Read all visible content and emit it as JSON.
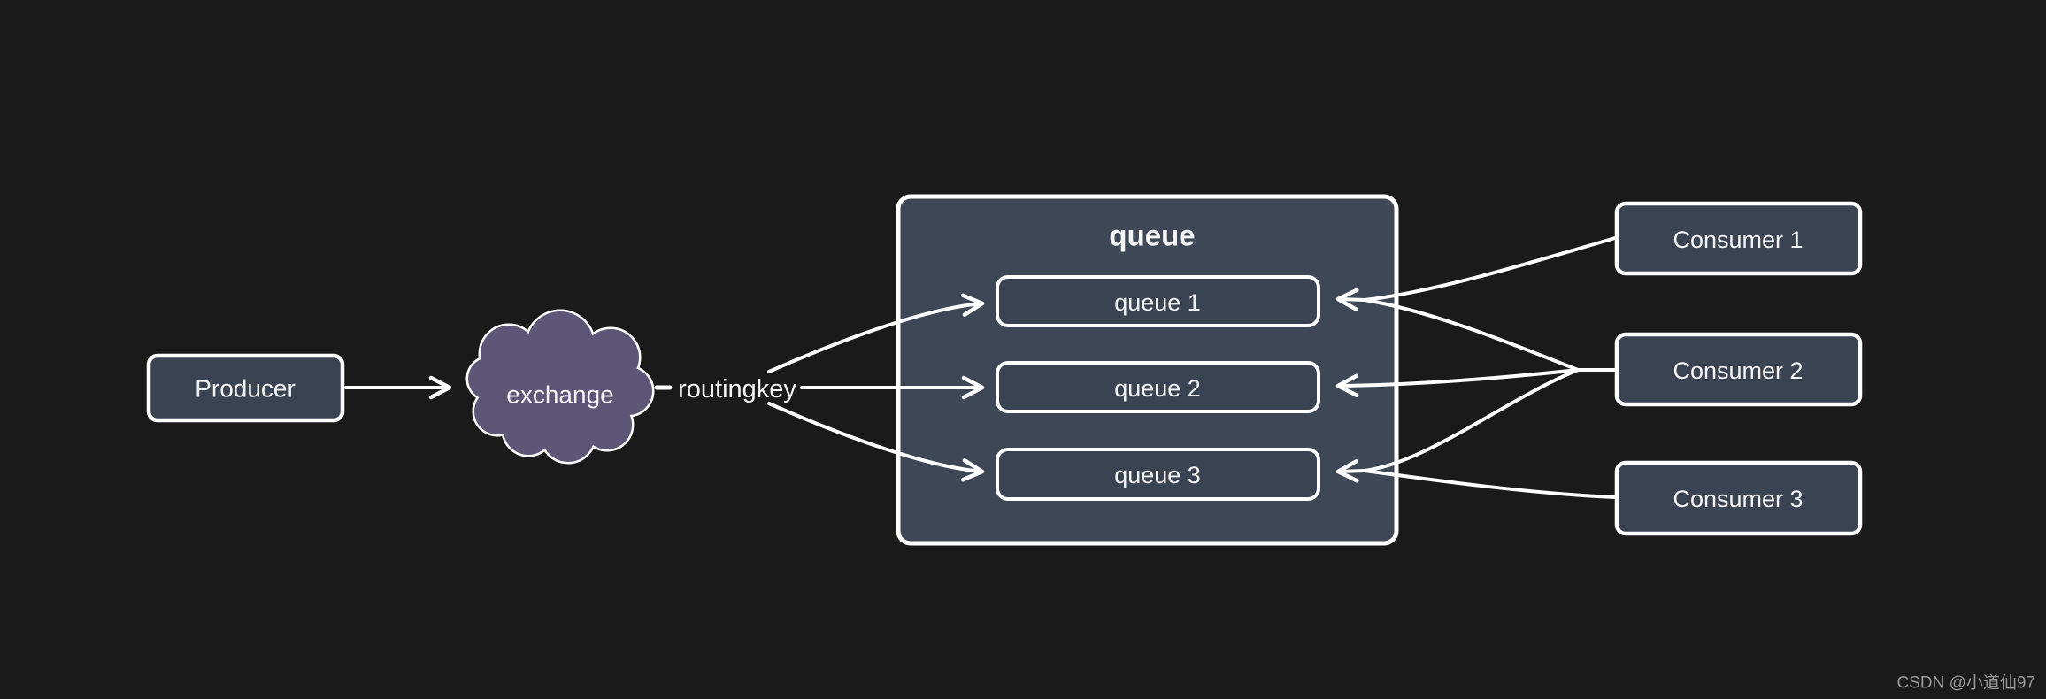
{
  "diagram": {
    "type": "message-queue-architecture",
    "background_color": "#1a1a1a",
    "colors": {
      "node_fill": "#3a4352",
      "container_fill": "#3d4756",
      "cloud_fill": "#5d5677",
      "border": "#ffffff",
      "line": "#ffffff",
      "text": "#f4f4f4",
      "watermark_text": "#9b9b9b"
    },
    "nodes": {
      "producer": {
        "label": "Producer"
      },
      "exchange": {
        "label": "exchange",
        "shape": "cloud"
      },
      "routing_key": {
        "label": "routingkey"
      },
      "queue_group": {
        "title": "queue"
      }
    },
    "queues": [
      {
        "label": "queue 1"
      },
      {
        "label": "queue 2"
      },
      {
        "label": "queue 3"
      }
    ],
    "consumers": [
      {
        "label": "Consumer 1"
      },
      {
        "label": "Consumer 2"
      },
      {
        "label": "Consumer 3"
      }
    ],
    "connections": [
      {
        "from": "Producer",
        "to": "exchange",
        "arrow": "to"
      },
      {
        "from": "exchange",
        "to": "routingkey",
        "arrow": "none"
      },
      {
        "from": "routingkey",
        "to": "queue 1",
        "arrow": "to"
      },
      {
        "from": "routingkey",
        "to": "queue 2",
        "arrow": "to"
      },
      {
        "from": "routingkey",
        "to": "queue 3",
        "arrow": "to"
      },
      {
        "from": "Consumer 1",
        "to": "queue 1",
        "arrow": "to"
      },
      {
        "from": "Consumer 2",
        "to": "queue 1",
        "arrow": "to"
      },
      {
        "from": "Consumer 2",
        "to": "queue 2",
        "arrow": "to"
      },
      {
        "from": "Consumer 2",
        "to": "queue 3",
        "arrow": "to"
      },
      {
        "from": "Consumer 3",
        "to": "queue 3",
        "arrow": "to"
      }
    ],
    "watermark": {
      "label": "CSDN @小道仙97"
    }
  }
}
